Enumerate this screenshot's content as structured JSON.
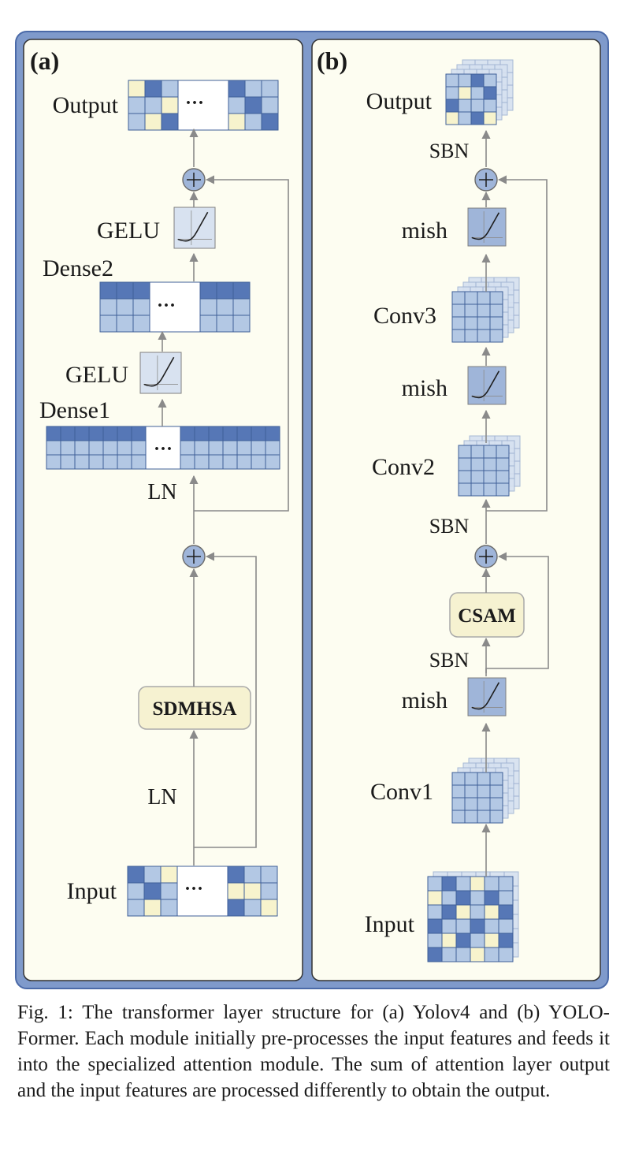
{
  "panel_a": {
    "tag": "(a)",
    "output": "Output",
    "gelu_top": "GELU",
    "dense2": "Dense2",
    "gelu_mid": "GELU",
    "dense1": "Dense1",
    "ln_top": "LN",
    "attention": "SDMHSA",
    "ln_bottom": "LN",
    "input": "Input",
    "ellipsis": "···"
  },
  "panel_b": {
    "tag": "(b)",
    "output": "Output",
    "sbn_top": "SBN",
    "mish_top": "mish",
    "conv3": "Conv3",
    "mish_mid": "mish",
    "conv2": "Conv2",
    "sbn_mid": "SBN",
    "attention": "CSAM",
    "sbn_bottom": "SBN",
    "mish_bottom": "mish",
    "conv1": "Conv1",
    "input": "Input"
  },
  "colors": {
    "outer_frame": "#7f9acb",
    "panel_fill": "#fdfdf1",
    "cell_light": "#b3c8e4",
    "cell_dark": "#5677b6",
    "cell_cream": "#f7f3cd",
    "cell_white": "#ffffff",
    "activation_box": "#9fb5d9",
    "attention_box": "#f6f2d1",
    "arrow": "#8a8a8a"
  },
  "caption": "Fig. 1: The transformer layer structure for (a) Yolov4 and (b) YOLO-Former. Each module initially pre-processes the input features and feeds it into the specialized attention module. The sum of attention layer output and the input features are processed differently to obtain the output."
}
